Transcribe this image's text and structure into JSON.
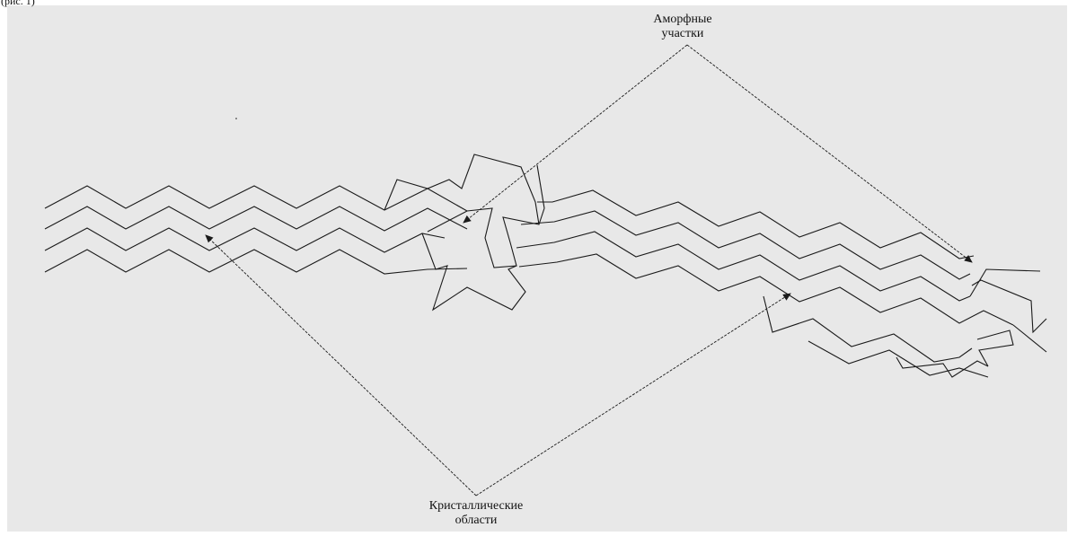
{
  "diagram": {
    "corner_text": "(рис. 1)",
    "labels": {
      "amorphous_line1": "Аморфные",
      "amorphous_line2": "участки",
      "crystalline_line1": "Кристаллические",
      "crystalline_line2": "области"
    },
    "colors": {
      "background": "#e8e8e8",
      "page": "#ffffff",
      "ink": "#1a1a1a"
    }
  }
}
